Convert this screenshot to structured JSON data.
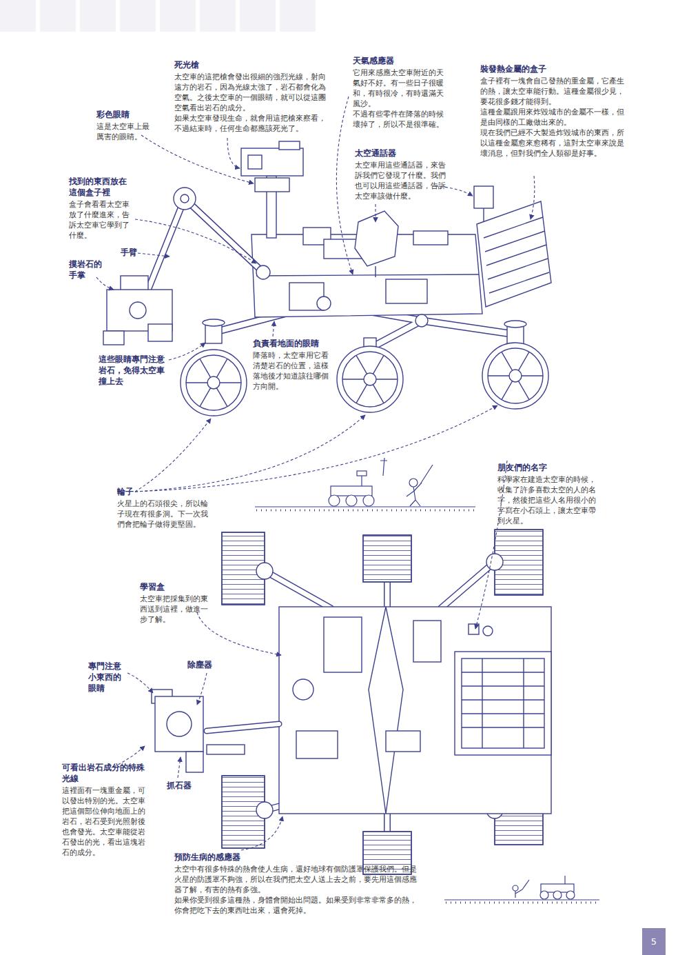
{
  "diagram": {
    "nodes": [
      {
        "text": [
          "5"
        ]
      }
    ],
    "labels": [
      "死光槍",
      "太空車的這把槍會發出很細的強烈光線，射向遠方的岩石，因為光線太強了，岩石都會化為空氣。之後太空車的一個眼睛，就可以從這團空氣看出岩石的成分。",
      "如果太空車發現生命，就會用這把槍來察看，不過結束時，任何生命都應該死光了。",
      "彩色眼睛",
      "這是太空車上最厲害的眼睛。",
      "天氣感應器",
      "它用來感應太空車附近的天氣好不好。有一些日子很暖和，有時很冷，有時還滿天風沙。",
      "不過有些零件在降落的時候壞掉了，所以不是很準確。",
      "裝發熱金屬的盒子",
      "盒子裡有一塊會自己發熱的重金屬，它產生的熱，讓太空車能行動。這種金屬很少見，要花很多錢才能得到。",
      "這種金屬跟用來炸毀城市的金屬不一樣，但是由同樣的工廠做出來的。",
      "現在我們已經不大製造炸毀城市的東西，所以這種金屬愈來愈稀有，這對太空車來說是壞消息，但對我們全人類卻是好事。",
      "太空通話器",
      "太空車用這些通話器，來告訴我們它發現了什麼。我們也可以用這些通話器，告訴太空車該做什麼。",
      "找到的東西放在這個盒子裡",
      "盒子會看看太空車放了什麼進來，告訴太空車它學到了什麼。",
      "手臂",
      "摸岩石的手掌",
      "負責看地面的眼睛",
      "降落時，太空車用它看清楚岩石的位置，這樣落地後才知道該往哪個方向開。",
      "這些眼睛專門注意岩石，免得太空車撞上去",
      "輪子",
      "火星上的石頭很尖，所以輪子現在有很多洞。下一次我們會把輪子做得更堅固。",
      "朋友們的名字",
      "科學家在建造太空車的時候，收集了許多喜歡太空的人的名字，然後把這些人名用很小的字寫在小石頭上，讓太空車帶到火星。",
      "學習盒",
      "太空車把採集到的東西送到這裡，做進一步了解。",
      "專門注意小東西的眼睛",
      "除塵器",
      "可看出岩石成分的特殊光線",
      "這裡面有一塊重金屬，可以發出特別的光。太空車把這個部位伸向地面上的岩石，岩石受到光照射後也會發光。太空車能從岩石發出的光，看出這塊岩石的成分。",
      "抓石器",
      "預防生病的感應器",
      "太空中有很多特殊的熱會使人生病，還好地球有個防護罩保護我們。但是火星的防護罩不夠強，所以在我們把太空人送上去之前，要先用這個感應器了解，有害的熱有多強。",
      "如果你受到很多這種熱，身體會開始出問題。如果受到非常非常多的熱，你會把吃下去的東西吐出來，還會死掉。"
    ]
  }
}
